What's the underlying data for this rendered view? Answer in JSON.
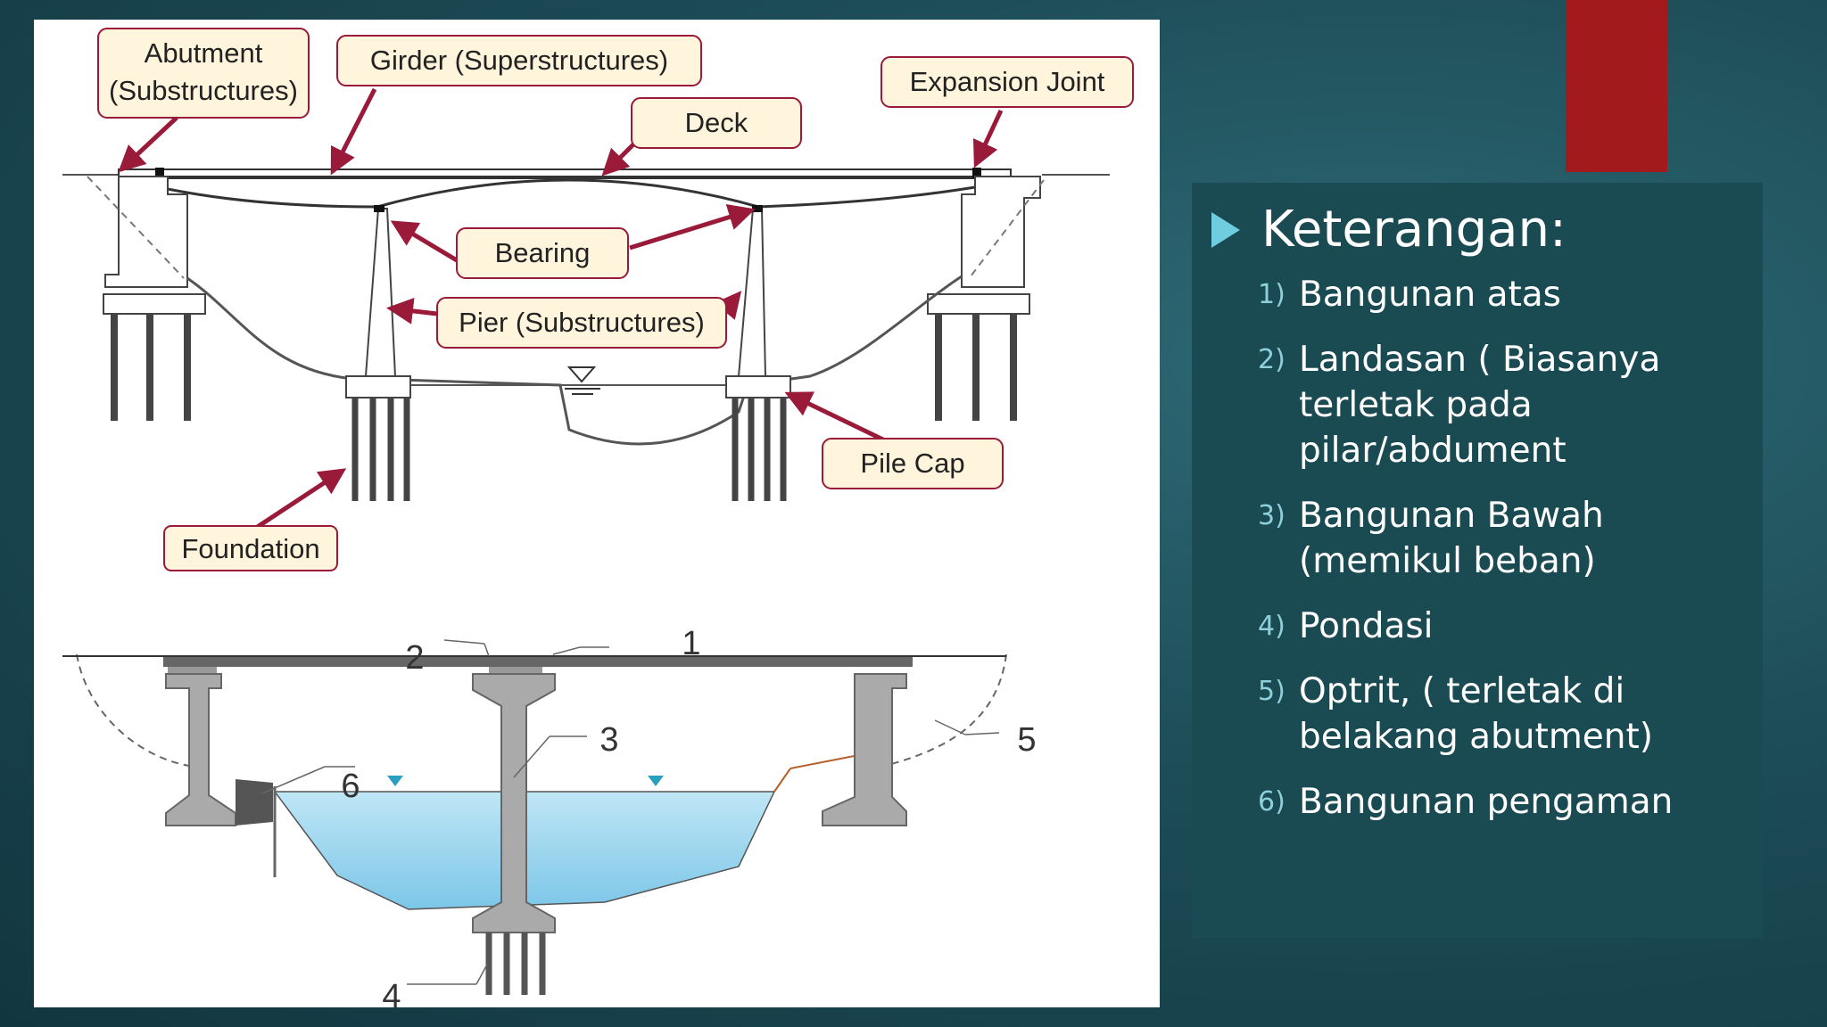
{
  "slide": {
    "accent_color": "#a31a1c",
    "bullet_color": "#6fcde0"
  },
  "figure": {
    "top_labels": {
      "abutment_line1": "Abutment",
      "abutment_line2": "(Substructures)",
      "girder": "Girder (Superstructures)",
      "expansion_joint": "Expansion Joint",
      "deck": "Deck",
      "bearing": "Bearing",
      "pier": "Pier (Substructures)",
      "pile_cap": "Pile Cap",
      "foundation": "Foundation"
    },
    "bottom_numbers": {
      "n1": "1",
      "n2": "2",
      "n3": "3",
      "n4": "4",
      "n5": "5",
      "n6": "6"
    }
  },
  "keterangan": {
    "heading": "Keterangan:",
    "items": [
      {
        "num": "1)",
        "lines": [
          "Bangunan atas"
        ]
      },
      {
        "num": "2)",
        "lines": [
          "Landasan ( Biasanya",
          "terletak pada",
          "pilar/abdument"
        ]
      },
      {
        "num": "3)",
        "lines": [
          "Bangunan Bawah",
          "(memikul beban)"
        ]
      },
      {
        "num": "4)",
        "lines": [
          "Pondasi"
        ]
      },
      {
        "num": "5)",
        "lines": [
          "Optrit, ( terletak di",
          "belakang abutment)"
        ]
      },
      {
        "num": "6)",
        "lines": [
          "Bangunan pengaman"
        ]
      }
    ]
  }
}
